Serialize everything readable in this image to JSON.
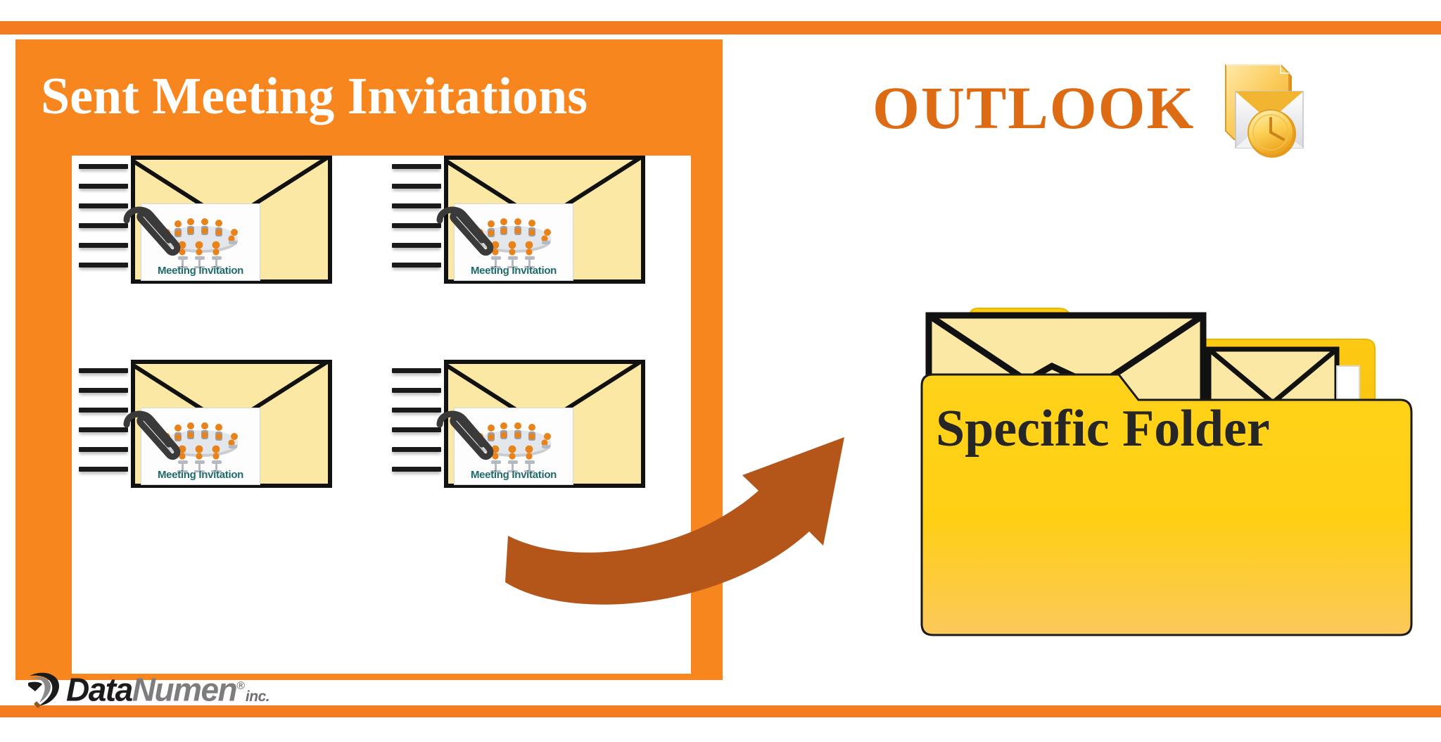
{
  "theme": {
    "orange_bar": "#F47B20",
    "orange_panel": "#F7861F",
    "outlook_orange": "#DD6B14",
    "envelope_yellow": "#FAE8A4",
    "folder_yellow": "#FFD21E",
    "arrow_brown": "#B4561A",
    "caption_teal": "#1F6B6B",
    "folder_label_color": "#262626"
  },
  "left_panel": {
    "title": "Sent Meeting Invitations",
    "mail_items": [
      {
        "caption": "Meeting Invitation",
        "attachment_icon": "meeting-table-clipart",
        "clip_icon": "paperclip-icon",
        "line_count": 6
      },
      {
        "caption": "Meeting Invitation",
        "attachment_icon": "meeting-table-clipart",
        "clip_icon": "paperclip-icon",
        "line_count": 6
      },
      {
        "caption": "Meeting Invitation",
        "attachment_icon": "meeting-table-clipart",
        "clip_icon": "paperclip-icon",
        "line_count": 6
      },
      {
        "caption": "Meeting Invitation",
        "attachment_icon": "meeting-table-clipart",
        "clip_icon": "paperclip-icon",
        "line_count": 6
      }
    ]
  },
  "right_panel": {
    "heading": "OUTLOOK",
    "heading_icon": "outlook-folder-clock-icon",
    "folder_label": "Specific Folder",
    "folder_icon": "yellow-folder-with-envelopes-icon",
    "arrow_icon": "curved-arrow-icon"
  },
  "footer": {
    "logo_mark": "datanumen-swoosh-icon",
    "brand_part_1": "Data",
    "brand_part_2": "Numen",
    "brand_registered": "®",
    "brand_suffix": "inc."
  }
}
